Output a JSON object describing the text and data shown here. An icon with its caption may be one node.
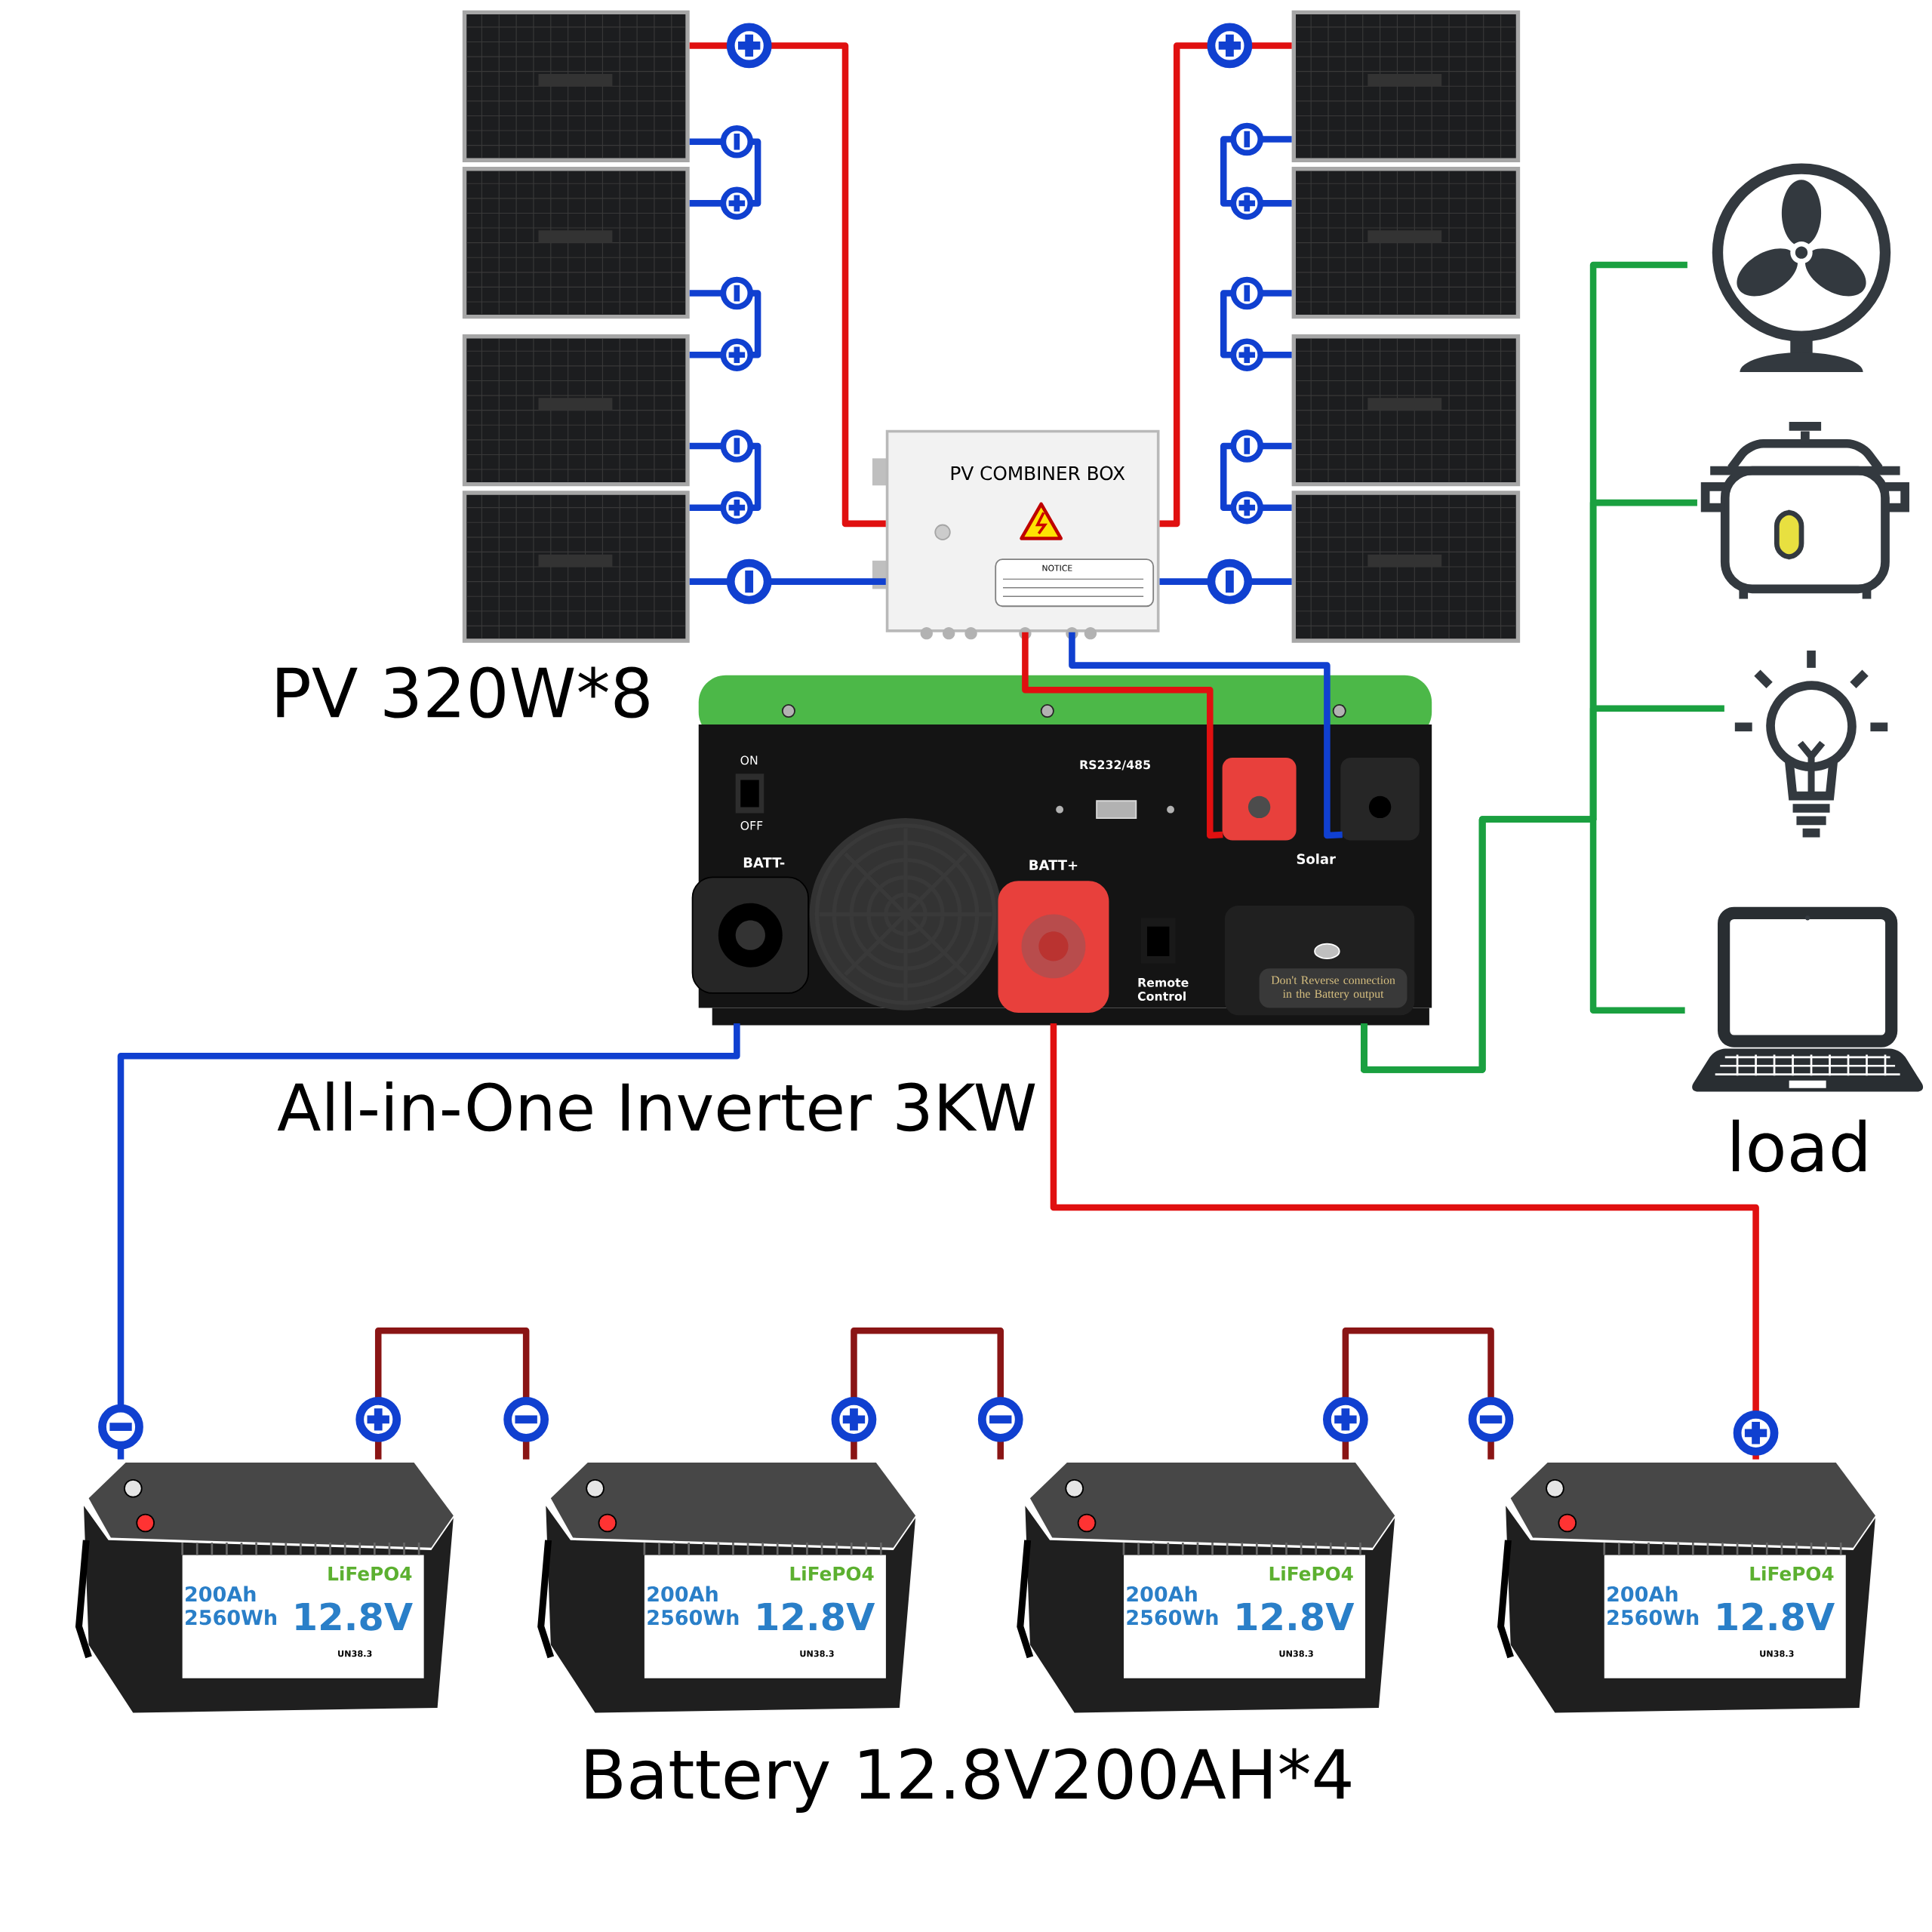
{
  "diagram": {
    "nodes": [
      {
        "text": [],
        "shape": "picture"
      },
      {
        "text": [],
        "shape": "picture"
      },
      {
        "text": [],
        "shape": "picture"
      },
      {
        "text": [],
        "shape": "picture"
      },
      {
        "text": [],
        "shape": "picture"
      },
      {
        "text": [],
        "shape": "picture"
      },
      {
        "text": [],
        "shape": "picture"
      },
      {
        "text": [],
        "shape": "picture"
      },
      {
        "text": [
          "PV COMBINER BOX",
          "NOTICE"
        ]
      },
      {
        "text": [
          "ON",
          "OFF",
          "RS232/485",
          "BATT-",
          "BATT+",
          "Solar",
          "Remote Control",
          "Don't Reverse connection in the Battery output"
        ]
      },
      {
        "text": [
          "LiFePO4",
          "200Ah 2560Wh",
          "12.8V",
          "UN38.3"
        ]
      },
      {
        "text": [
          "LiFePO4",
          "200Ah 2560Wh",
          "12.8V",
          "UN38.3"
        ]
      },
      {
        "text": [
          "LiFePO4",
          "200Ah 2560Wh",
          "12.8V",
          "UN38.3"
        ]
      },
      {
        "text": [
          "LiFePO4",
          "200Ah 2560Wh",
          "12.8V",
          "UN38.3"
        ]
      },
      {
        "text": [],
        "shape": "picture"
      },
      {
        "text": [],
        "shape": "picture"
      },
      {
        "text": [],
        "shape": "picture"
      },
      {
        "text": [],
        "shape": "picture"
      }
    ],
    "edges": [
      {
        "from": 0,
        "to": 8,
        "arrow": "none",
        "color": "#e01010"
      },
      {
        "from": 0,
        "to": 1,
        "arrow": "none"
      },
      {
        "from": 1,
        "to": 2,
        "arrow": "none"
      },
      {
        "from": 2,
        "to": 3,
        "arrow": "none"
      },
      {
        "from": 3,
        "to": 8,
        "arrow": "none"
      },
      {
        "from": 4,
        "to": 8,
        "arrow": "none",
        "color": "#e01010"
      },
      {
        "from": 4,
        "to": 5,
        "arrow": "none"
      },
      {
        "from": 5,
        "to": 6,
        "arrow": "none"
      },
      {
        "from": 6,
        "to": 7,
        "arrow": "none"
      },
      {
        "from": 7,
        "to": 8,
        "arrow": "none"
      },
      {
        "from": 8,
        "to": 9,
        "arrow": "none",
        "color": "#e01010"
      },
      {
        "from": 8,
        "to": 9,
        "arrow": "none"
      },
      {
        "from": 9,
        "to": 10,
        "arrow": "none"
      },
      {
        "from": 9,
        "to": 13,
        "arrow": "none",
        "color": "#e01010"
      },
      {
        "from": 10,
        "to": 11,
        "arrow": "none",
        "color": "#8a1515"
      },
      {
        "from": 11,
        "to": 12,
        "arrow": "none",
        "color": "#8a1515"
      },
      {
        "from": 12,
        "to": 13,
        "arrow": "none",
        "color": "#8a1515"
      },
      {
        "from": 9,
        "to": 14,
        "arrow": "none",
        "color": "#1aa040"
      },
      {
        "from": 9,
        "to": 15,
        "arrow": "none",
        "color": "#1aa040"
      },
      {
        "from": 9,
        "to": 16,
        "arrow": "none",
        "color": "#1aa040"
      },
      {
        "from": 9,
        "to": 17,
        "arrow": "none",
        "color": "#1aa040"
      }
    ],
    "labels": [
      "PV 320W*8",
      "All-in-One Inverter 3KW",
      "load",
      "Battery 12.8V200AH*4"
    ]
  }
}
